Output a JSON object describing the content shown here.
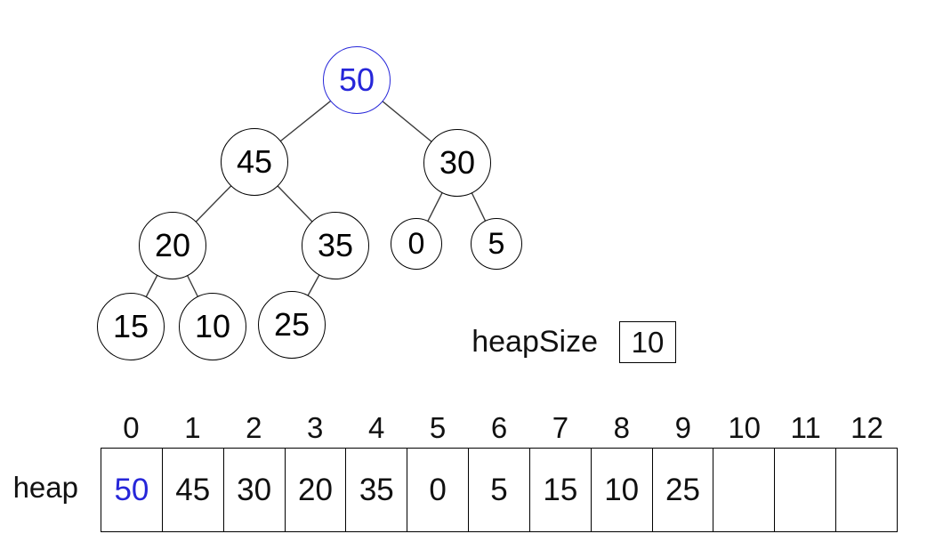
{
  "colors": {
    "highlight_blue": "#2626d9",
    "node_stroke": "#000000",
    "edge_line": "#3c3c3c",
    "background": "#ffffff"
  },
  "tree": {
    "description": "binary max-heap, level order",
    "nodes": [
      {
        "value": "50",
        "highlighted": true
      },
      {
        "value": "45",
        "highlighted": false
      },
      {
        "value": "30",
        "highlighted": false
      },
      {
        "value": "20",
        "highlighted": false
      },
      {
        "value": "35",
        "highlighted": false
      },
      {
        "value": "0",
        "highlighted": false
      },
      {
        "value": "5",
        "highlighted": false
      },
      {
        "value": "15",
        "highlighted": false
      },
      {
        "value": "10",
        "highlighted": false
      },
      {
        "value": "25",
        "highlighted": false
      }
    ],
    "edges": [
      [
        "50",
        "45"
      ],
      [
        "50",
        "30"
      ],
      [
        "45",
        "20"
      ],
      [
        "45",
        "35"
      ],
      [
        "30",
        "0"
      ],
      [
        "30",
        "5"
      ],
      [
        "20",
        "15"
      ],
      [
        "20",
        "10"
      ],
      [
        "35",
        "25"
      ]
    ]
  },
  "heap_size": {
    "label": "heapSize",
    "value": "10"
  },
  "array": {
    "label": "heap",
    "indices": [
      "0",
      "1",
      "2",
      "3",
      "4",
      "5",
      "6",
      "7",
      "8",
      "9",
      "10",
      "11",
      "12"
    ],
    "cells": [
      "50",
      "45",
      "30",
      "20",
      "35",
      "0",
      "5",
      "15",
      "10",
      "25",
      "",
      "",
      ""
    ]
  }
}
